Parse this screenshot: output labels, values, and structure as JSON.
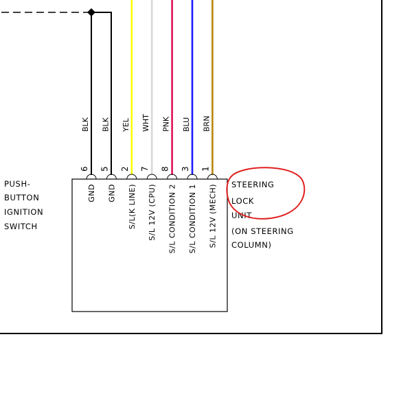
{
  "left_component": {
    "label_lines": [
      "PUSH-",
      "BUTTON",
      "IGNITION",
      "SWITCH"
    ]
  },
  "unit": {
    "label_lines": [
      "STEERING",
      "LOCK",
      "UNIT",
      "(ON STEERING",
      "COLUMN)"
    ],
    "highlight_color": "#e02020"
  },
  "connector": {
    "pins": [
      {
        "pin": "6",
        "wire_color": "BLK",
        "color": "#222222",
        "function": "GND"
      },
      {
        "pin": "5",
        "wire_color": "BLK",
        "color": "#222222",
        "function": "GND"
      },
      {
        "pin": "2",
        "wire_color": "YEL",
        "color": "#ffff00",
        "function": "S/L(K LINE)"
      },
      {
        "pin": "7",
        "wire_color": "WHT",
        "color": "#d8d8d8",
        "function": "S/L 12V (CPU)"
      },
      {
        "pin": "8",
        "wire_color": "PNK",
        "color": "#e0105a",
        "function": "S/L CONDITION 2"
      },
      {
        "pin": "3",
        "wire_color": "BLU",
        "color": "#1a1aff",
        "function": "S/L CONDITION 1"
      },
      {
        "pin": "1",
        "wire_color": "BRN",
        "color": "#b8860b",
        "function": "S/L 12V (MECH)"
      }
    ]
  }
}
